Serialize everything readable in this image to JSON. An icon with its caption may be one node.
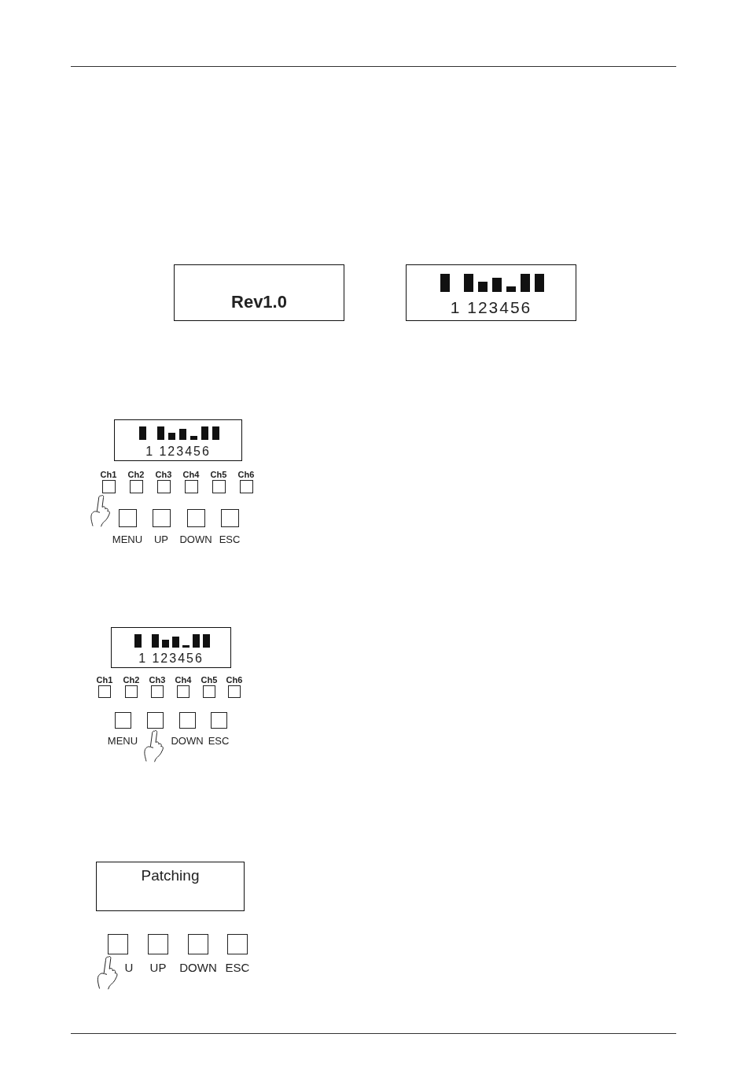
{
  "diagram": {
    "nodes": [
      {
        "text": [
          "Rev1.0"
        ]
      },
      {
        "text": [
          "1 123456"
        ]
      },
      {
        "text": [
          "1 123456"
        ]
      },
      {
        "text": [],
        "shape": "box",
        "beside": [
          "Ch1"
        ]
      },
      {
        "text": [],
        "shape": "box",
        "beside": [
          "Ch2"
        ]
      },
      {
        "text": [],
        "shape": "box",
        "beside": [
          "Ch3"
        ]
      },
      {
        "text": [],
        "shape": "box",
        "beside": [
          "Ch4"
        ]
      },
      {
        "text": [],
        "shape": "box",
        "beside": [
          "Ch5"
        ]
      },
      {
        "text": [],
        "shape": "box",
        "beside": [
          "Ch6"
        ]
      },
      {
        "text": [],
        "shape": "box",
        "beside": [
          "MENU"
        ]
      },
      {
        "text": [],
        "shape": "box",
        "beside": [
          "UP"
        ]
      },
      {
        "text": [],
        "shape": "box",
        "beside": [
          "DOWN"
        ]
      },
      {
        "text": [],
        "shape": "box",
        "beside": [
          "ESC"
        ]
      },
      {
        "text": [
          "1 123456"
        ]
      },
      {
        "text": [],
        "shape": "box",
        "beside": [
          "Ch1"
        ]
      },
      {
        "text": [],
        "shape": "box",
        "beside": [
          "Ch2"
        ]
      },
      {
        "text": [],
        "shape": "box",
        "beside": [
          "Ch3"
        ]
      },
      {
        "text": [],
        "shape": "box",
        "beside": [
          "Ch4"
        ]
      },
      {
        "text": [],
        "shape": "box",
        "beside": [
          "Ch5"
        ]
      },
      {
        "text": [],
        "shape": "box",
        "beside": [
          "Ch6"
        ]
      },
      {
        "text": [],
        "shape": "box",
        "beside": [
          "MENU"
        ]
      },
      {
        "text": [],
        "shape": "box"
      },
      {
        "text": [],
        "shape": "box",
        "beside": [
          "DOWN"
        ]
      },
      {
        "text": [],
        "shape": "box",
        "beside": [
          "ESC"
        ]
      },
      {
        "text": [
          "Patching"
        ]
      },
      {
        "text": [],
        "shape": "box",
        "beside": [
          "U"
        ]
      },
      {
        "text": [],
        "shape": "box",
        "beside": [
          "UP"
        ]
      },
      {
        "text": [],
        "shape": "box",
        "beside": [
          "DOWN"
        ]
      },
      {
        "text": [],
        "shape": "box",
        "beside": [
          "ESC"
        ]
      }
    ]
  }
}
